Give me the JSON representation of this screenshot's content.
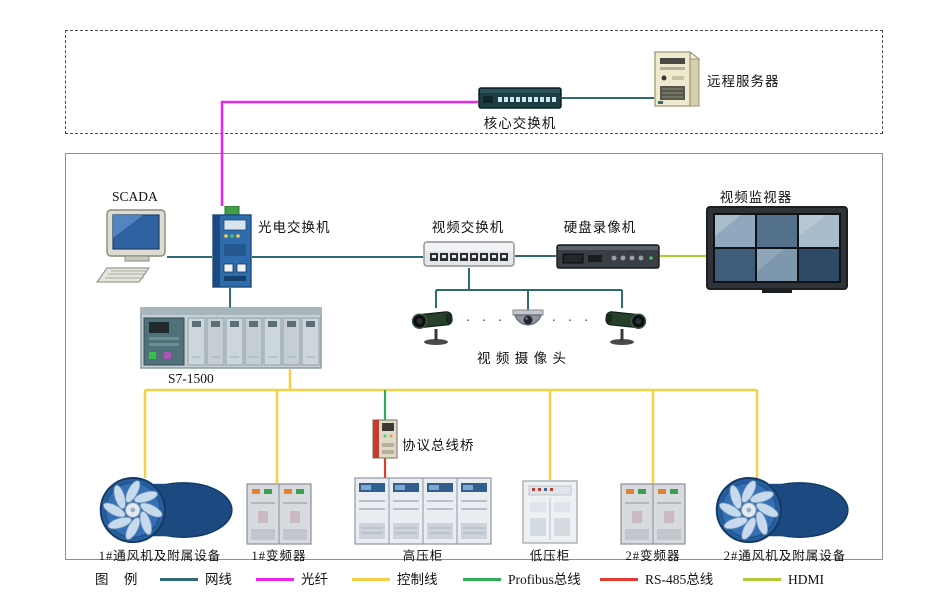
{
  "colors": {
    "network": "#2e6b73",
    "fiber": "#ee22ee",
    "control": "#f6cf45",
    "profibus": "#2fae57",
    "rs485": "#e23a2e",
    "hdmi": "#b3c93a"
  },
  "top_section": {
    "core_switch_label": "核心交换机",
    "remote_server_label": "远程服务器"
  },
  "main_section": {
    "scada_label": "SCADA",
    "optical_switch_label": "光电交换机",
    "video_switch_label": "视频交换机",
    "dvr_label": "硬盘录像机",
    "monitor_label": "视频监视器",
    "plc_label": "S7-1500",
    "camera_label": "视 频 摄 像 头",
    "camera_dots": "· · ·",
    "bridge_label": "协议总线桥",
    "devices": [
      {
        "label": "1#通风机及附属设备"
      },
      {
        "label": "1#变频器"
      },
      {
        "label": "高压柜"
      },
      {
        "label": "低压柜"
      },
      {
        "label": "2#变频器"
      },
      {
        "label": "2#通风机及附属设备"
      }
    ]
  },
  "legend": {
    "title": "图 例",
    "items": [
      {
        "label": "网线"
      },
      {
        "label": "光纤"
      },
      {
        "label": "控制线"
      },
      {
        "label": "Profibus总线"
      },
      {
        "label": "RS-485总线"
      },
      {
        "label": "HDMI"
      }
    ]
  }
}
